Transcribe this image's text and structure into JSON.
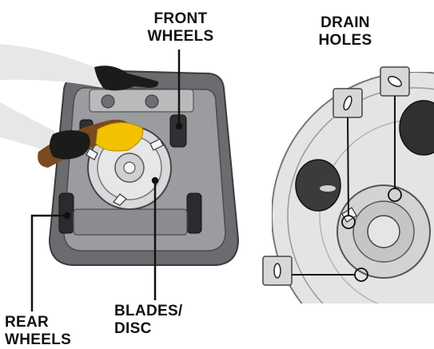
{
  "labels": {
    "front_wheels": [
      "FRONT",
      "WHEELS"
    ],
    "drain_holes": [
      "DRAIN",
      "HOLES"
    ],
    "rear_wheels": [
      "REAR",
      "WHEELS"
    ],
    "blades_disc": [
      "BLADES/",
      "DISC"
    ]
  },
  "colors": {
    "body_dark": "#5f6164",
    "body_mid": "#8c8e91",
    "body_light": "#c9cacc",
    "disc_light": "#e4e5e6",
    "glove": "#1a1a1a",
    "brush_handle": "#7a4a1e",
    "brush_bristles": "#f2c200",
    "leader_line": "#111111"
  },
  "icons": [
    "drain-hole-icon",
    "drain-hole-icon",
    "drain-hole-icon"
  ]
}
